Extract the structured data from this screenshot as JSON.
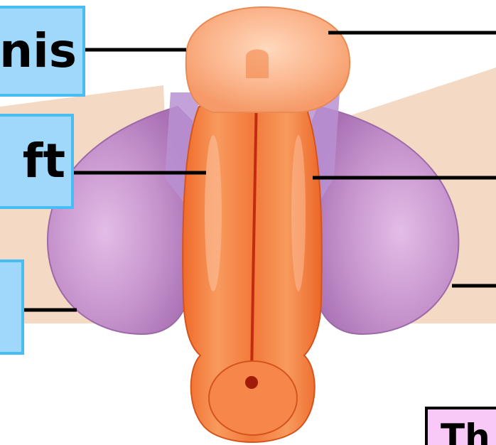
{
  "labels": {
    "top_left": "nis",
    "middle_left": "ft",
    "bottom_left": "",
    "bottom_right": "Th"
  },
  "colors": {
    "label_fill": "#9fd8fb",
    "label_border": "#46bdf5",
    "pink_fill": "#f8c9f6",
    "glans": "#fbb58c",
    "shaft": "#f47a3a",
    "swellings": "#c592cc",
    "skin": "#f4d9c4"
  }
}
